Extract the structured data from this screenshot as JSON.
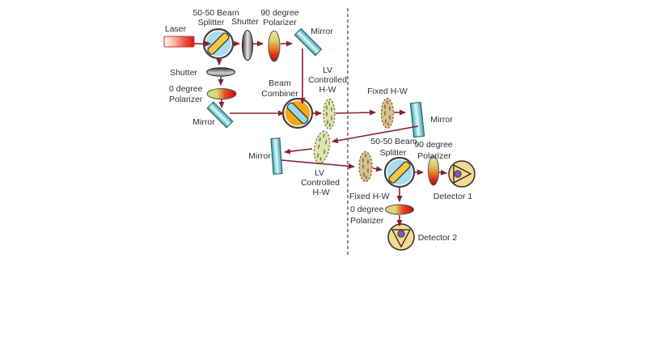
{
  "diagram": {
    "type": "optical-experiment-setup",
    "labels": {
      "laser": "Laser",
      "bs1_line1": "50-50 Beam",
      "bs1_line2": "Splitter",
      "shutter1": "Shutter",
      "pol90_1_line1": "90 degree",
      "pol90_1_line2": "Polarizer",
      "mirror_top": "Mirror",
      "shutter2": "Shutter",
      "pol0_1_line1": "0 degree",
      "pol0_1_line2": "Polarizer",
      "mirror_left": "Mirror",
      "combiner_line1": "Beam",
      "combiner_line2": "Combiner",
      "lv1_line1": "LV",
      "lv1_line2": "Controlled",
      "lv1_line3": "H-W",
      "fixed_hw1": "Fixed H-W",
      "mirror_right": "Mirror",
      "mirror_middle": "Mirror",
      "lv2_line1": "LV",
      "lv2_line2": "Controlled",
      "lv2_line3": "H-W",
      "fixed_hw2": "Fixed H-W",
      "pol0_2_line1": "0 degree",
      "pol0_2_line2": "Polarizer",
      "bs2_line1": "50-50 Beam",
      "bs2_line2": "Splitter",
      "pol90_2_line1": "90 degree",
      "pol90_2_line2": "Polarizer",
      "detector1": "Detector 1",
      "detector2": "Detector 2"
    },
    "colors": {
      "beam": "#8b2030",
      "laser_red": "#e3241d",
      "mirror_cyan": "#8fd6dd",
      "splitter_fill": "#a8dcf2",
      "splitter_bar": "#f2c83e",
      "combiner_fill": "#f5a81c",
      "combiner_bar": "#9ad9e2",
      "lv_hw_fill": "#dde4b0",
      "fixed_hw_fill": "#d9c08f",
      "detector_fill": "#f6d88f",
      "detector_dot": "#7b5fa8",
      "shutter_gray": "#9a9a9a",
      "text": "#2f2f2f"
    }
  }
}
